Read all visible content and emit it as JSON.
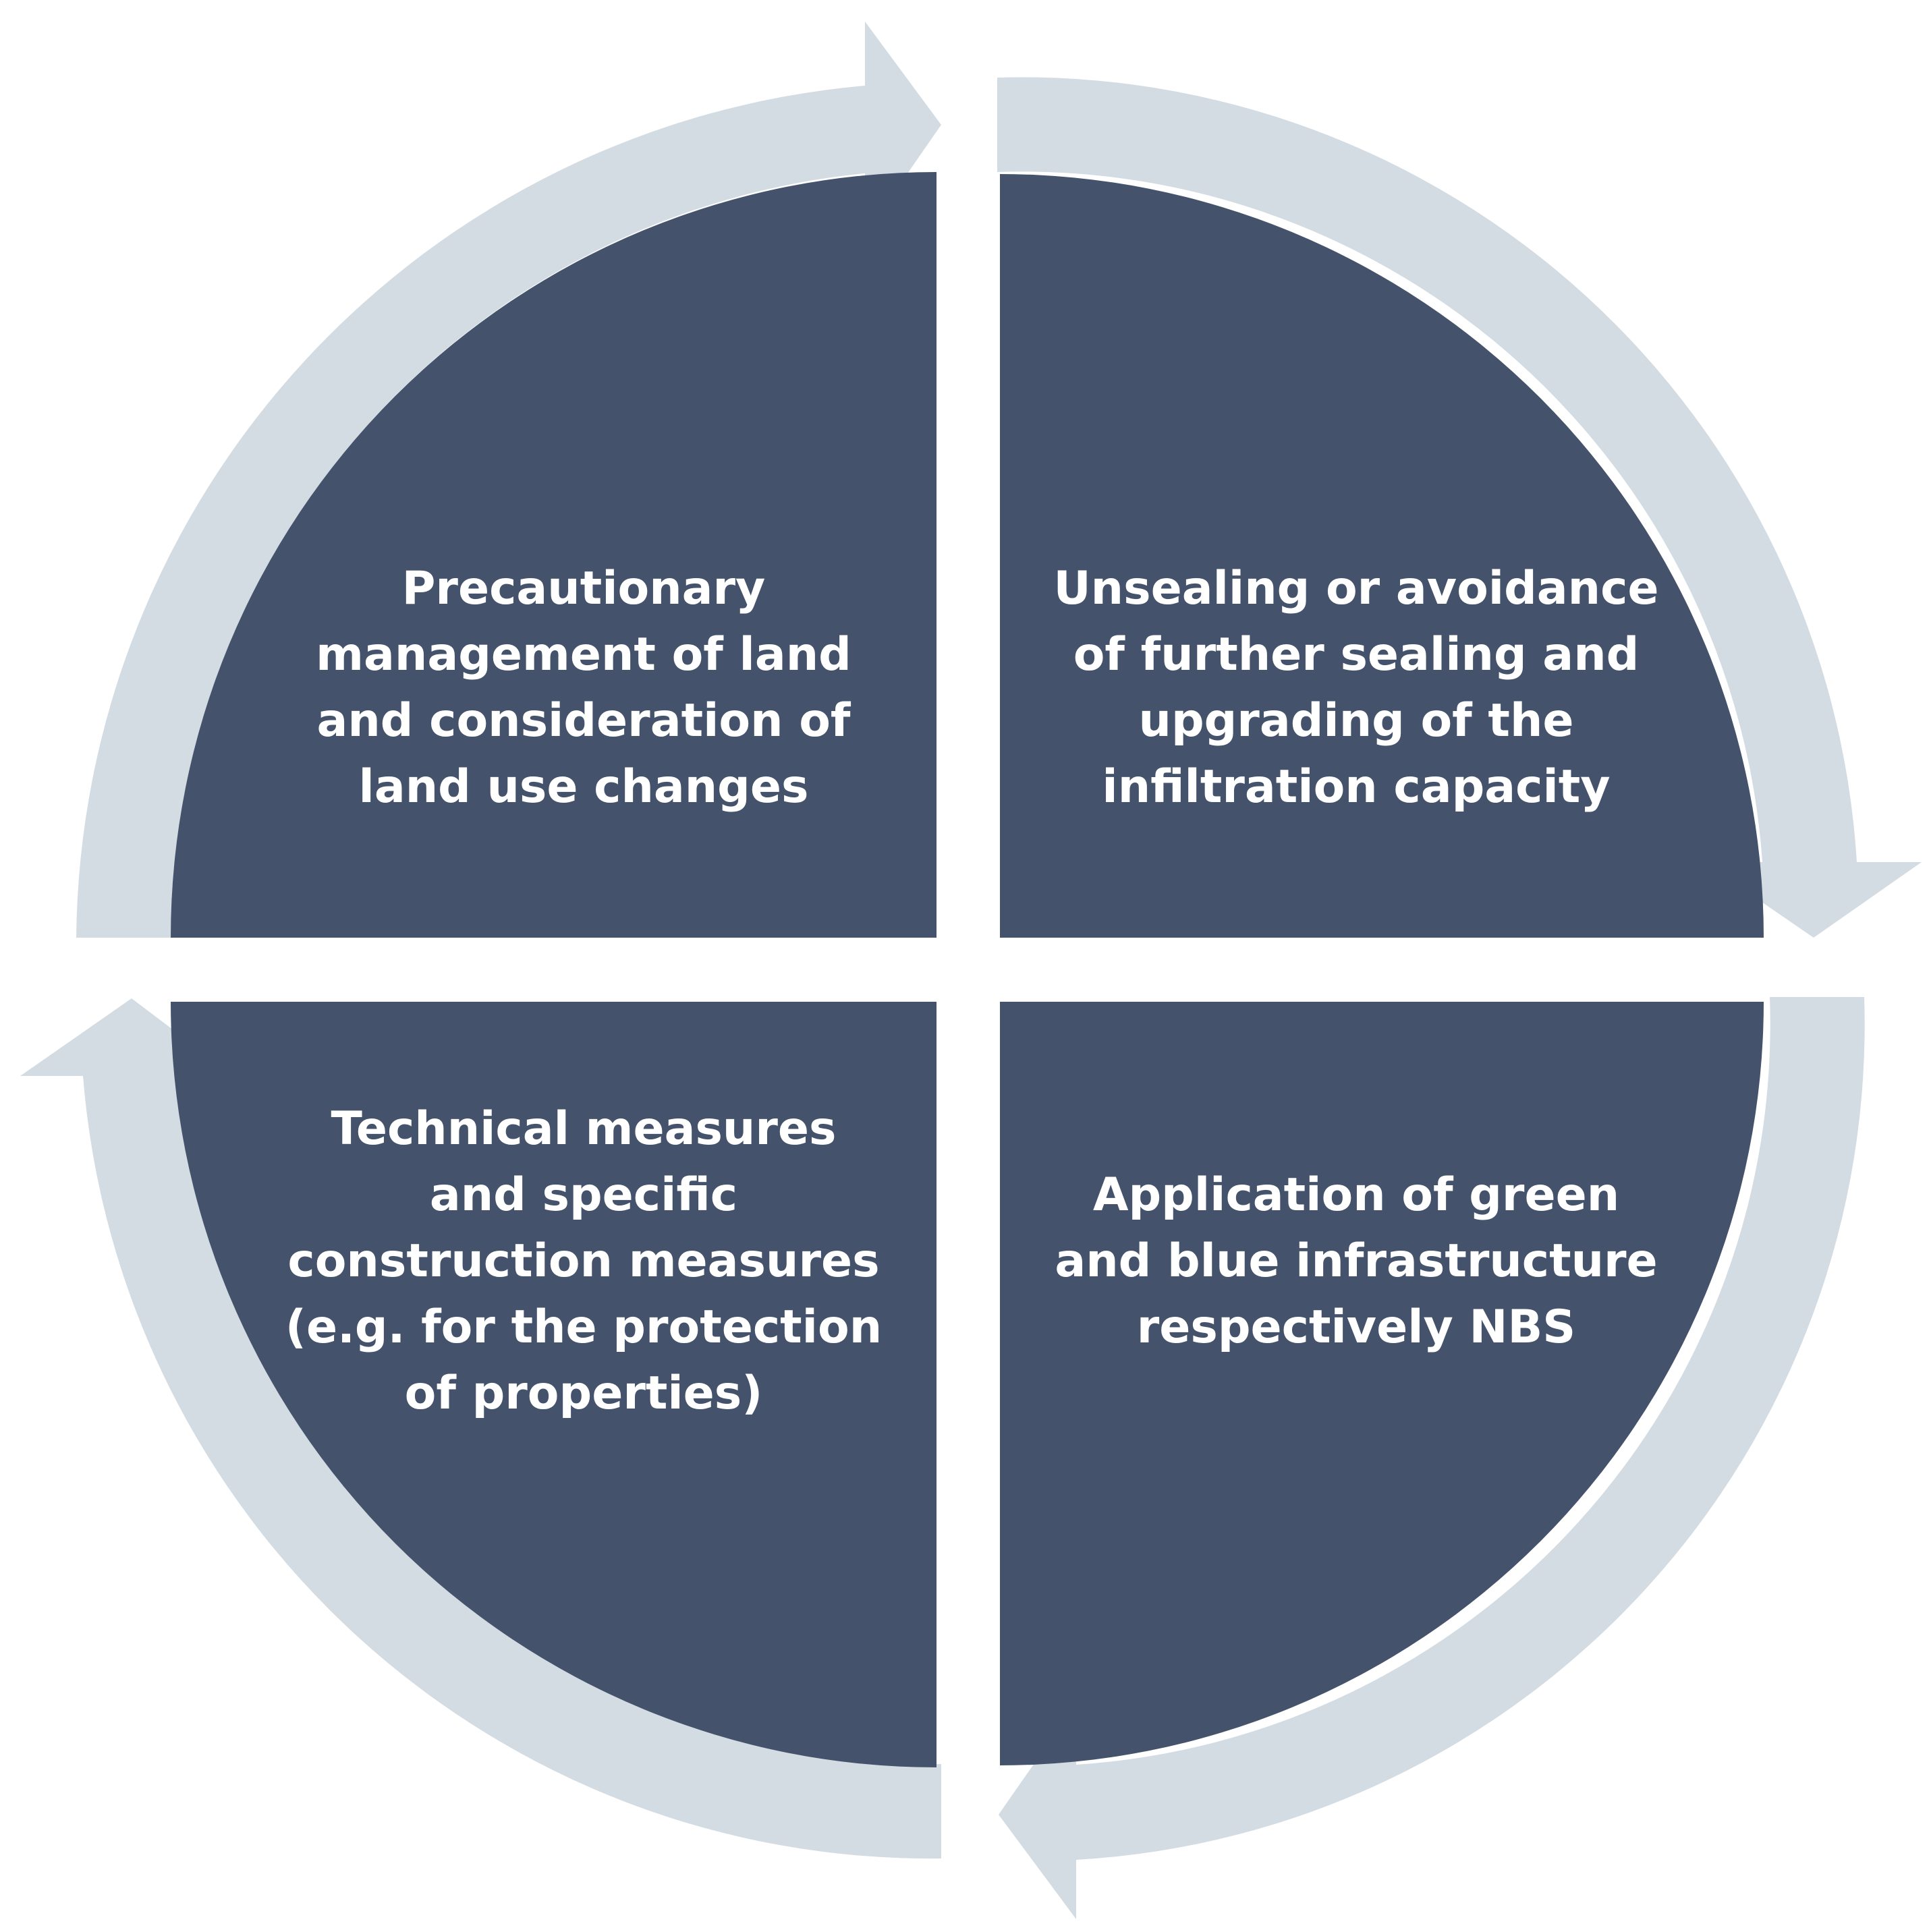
{
  "colors": {
    "quadrant_fill": "#44536b",
    "arrow_ring": "#d3dce3",
    "text": "#ffffff",
    "background": "#ffffff"
  },
  "quadrants": {
    "top_left": {
      "text": "Precautionary\nmanagement of land\nand consideration of\nland use changes"
    },
    "top_right": {
      "text": "Unsealing or avoidance\nof further sealing and\nupgrading of the\ninfiltration capacity"
    },
    "bottom_right": {
      "text": "Application of green\nand blue infrastructure\nrespectively NBS"
    },
    "bottom_left": {
      "text": "Technical measures\nand specific\nconstruction measures\n(e.g. for the protection\nof properties)"
    }
  }
}
